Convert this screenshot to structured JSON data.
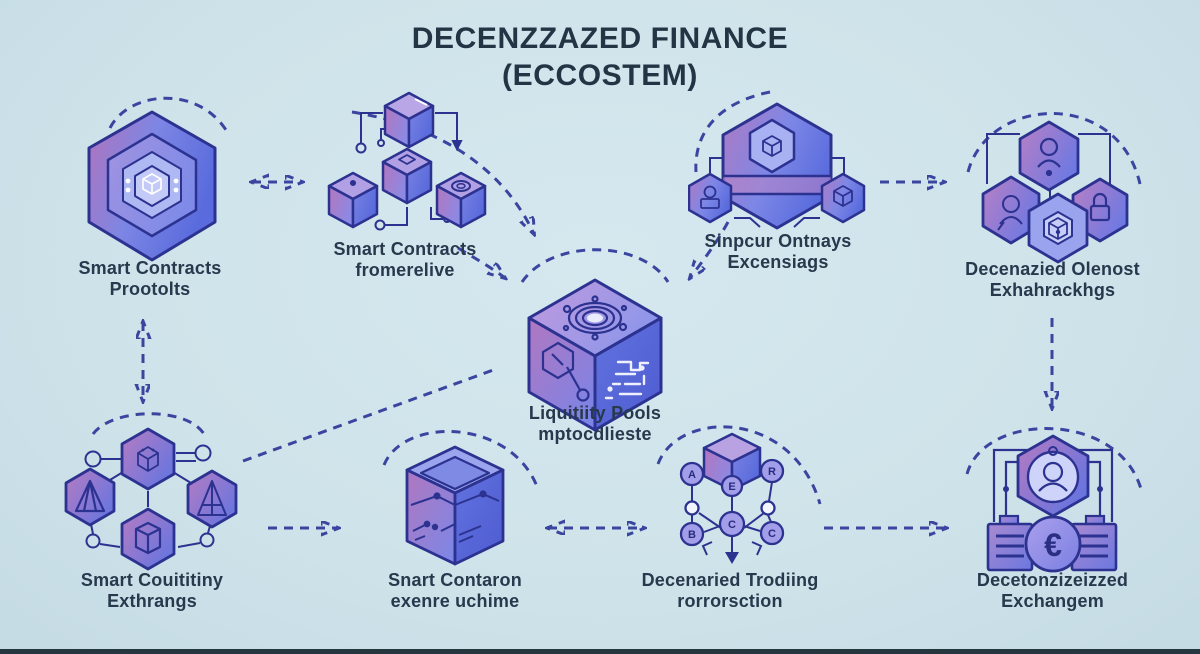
{
  "title": {
    "line1": "DECENZZAZED FINANCE",
    "line2": "(ECCOSTEM)"
  },
  "colors": {
    "background": "#cfe3ea",
    "outline": "#2c3290",
    "arrow": "#3a45a0",
    "text": "#27394d",
    "gradient_pink": "#b476bd",
    "gradient_blue": "#5f6fde"
  },
  "nodes": [
    {
      "id": "smart-contracts-protocols",
      "icon": "nested-hexagon-icon",
      "label_line1": "Smart Contracts",
      "label_line2": "Prootolts"
    },
    {
      "id": "smart-contracts-network",
      "icon": "cube-cluster-icon",
      "label_line1": "Smart Contracts",
      "label_line2": "fromerelive"
    },
    {
      "id": "singular-gateways",
      "icon": "banded-hexagon-icon",
      "label_line1": "Sinpcur Ontnays",
      "label_line2": "Excensiags"
    },
    {
      "id": "decentralized-oracles",
      "icon": "hexagon-cluster-icon",
      "label_line1": "Decenazied Olenost",
      "label_line2": "Exhahrackhgs"
    },
    {
      "id": "liquidity-pools",
      "icon": "circuit-cube-icon",
      "label_line1": "Liquitiity Pools",
      "label_line2": "mptocdlieste"
    },
    {
      "id": "smart-community-exchange",
      "icon": "hexagon-ring-icon",
      "label_line1": "Smart Couititiny",
      "label_line2": "Exthrangs"
    },
    {
      "id": "smart-container",
      "icon": "open-cube-icon",
      "label_line1": "Snart Contaron",
      "label_line2": "exenre uchime"
    },
    {
      "id": "decentralized-trading",
      "icon": "trading-flow-icon",
      "label_line1": "Decenaried Trodiing",
      "label_line2": "rorrorsction",
      "icon_letters": {
        "a": "A",
        "r": "R",
        "e": "E",
        "b": "B",
        "c1": "C",
        "c2": "C"
      }
    },
    {
      "id": "decentralized-exchange",
      "icon": "exchange-docs-icon",
      "label_line1": "Decetonzizeizzed",
      "label_line2": "Exchangem",
      "currency_symbol": "€"
    }
  ]
}
